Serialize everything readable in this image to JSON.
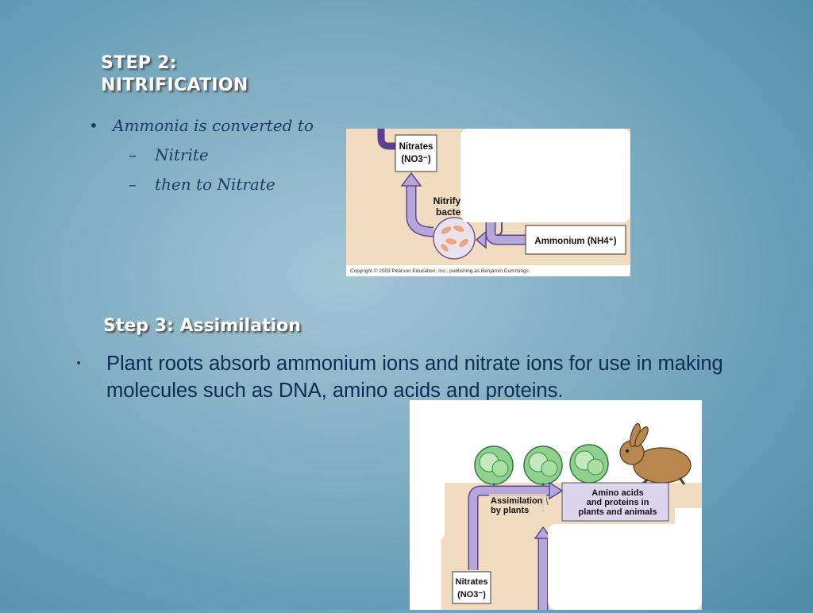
{
  "title": {
    "line1": "STEP 2:",
    "line2": "NITRIFICATION"
  },
  "nitrification": {
    "bullet": "Ammonia is converted to",
    "sub1": "Nitrite",
    "sub2": "then to Nitrate"
  },
  "diagram1": {
    "nitrates_line1": "Nitrates",
    "nitrates_line2": "(NO3⁻)",
    "nitrifying_line1": "Nitrifying",
    "nitrifying_line2": "bacteria",
    "ammonium": "Ammonium (NH4⁺)",
    "copyright": "Copyright © 2003 Pearson Education, Inc., publishing as Benjamin Cummings."
  },
  "assimilation": {
    "heading": "Step 3: Assimilation",
    "bullet": "Plant roots absorb ammonium ions and nitrate ions for use in making molecules such as DNA, amino acids and proteins."
  },
  "diagram2": {
    "amino_line1": "Amino acids",
    "amino_line2": "and proteins in",
    "amino_line3": "plants and animals",
    "assim_line1": "Assimilation",
    "assim_line2": "by plants",
    "nitrates_line1": "Nitrates",
    "nitrates_line2": "(NO3⁻)"
  },
  "colors": {
    "background": "#6aa0b9",
    "soil": "#f1dcc0",
    "arrow": "#b7a6d9",
    "arrow_stroke": "#5a4796",
    "dark_arrow": "#6b4b9a"
  }
}
